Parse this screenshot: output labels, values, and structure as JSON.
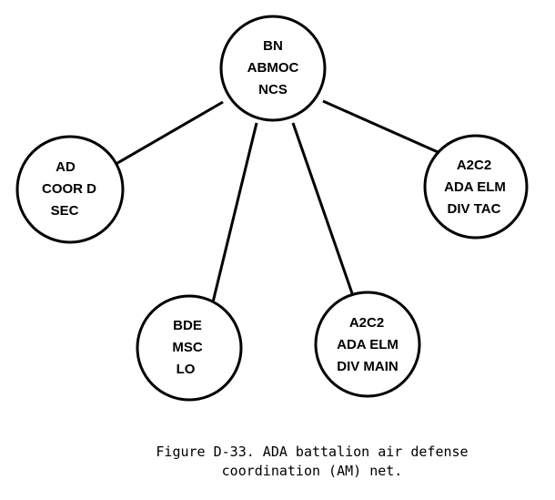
{
  "diagram": {
    "nodes": {
      "ncs": {
        "lines": [
          "BN",
          "ABMOC",
          "NCS"
        ]
      },
      "ad_coord": {
        "lines": [
          "AD",
          "COOR D",
          "SEC"
        ]
      },
      "bde_msc": {
        "lines": [
          "BDE",
          "MSC",
          "LO"
        ]
      },
      "div_main": {
        "lines": [
          "A2C2",
          "ADA ELM",
          "DIV MAIN"
        ]
      },
      "div_tac": {
        "lines": [
          "A2C2",
          "ADA ELM",
          "DIV TAC"
        ]
      }
    }
  },
  "caption": {
    "line1": "Figure D-33. ADA battalion air defense",
    "line2": "coordination (AM) net."
  }
}
